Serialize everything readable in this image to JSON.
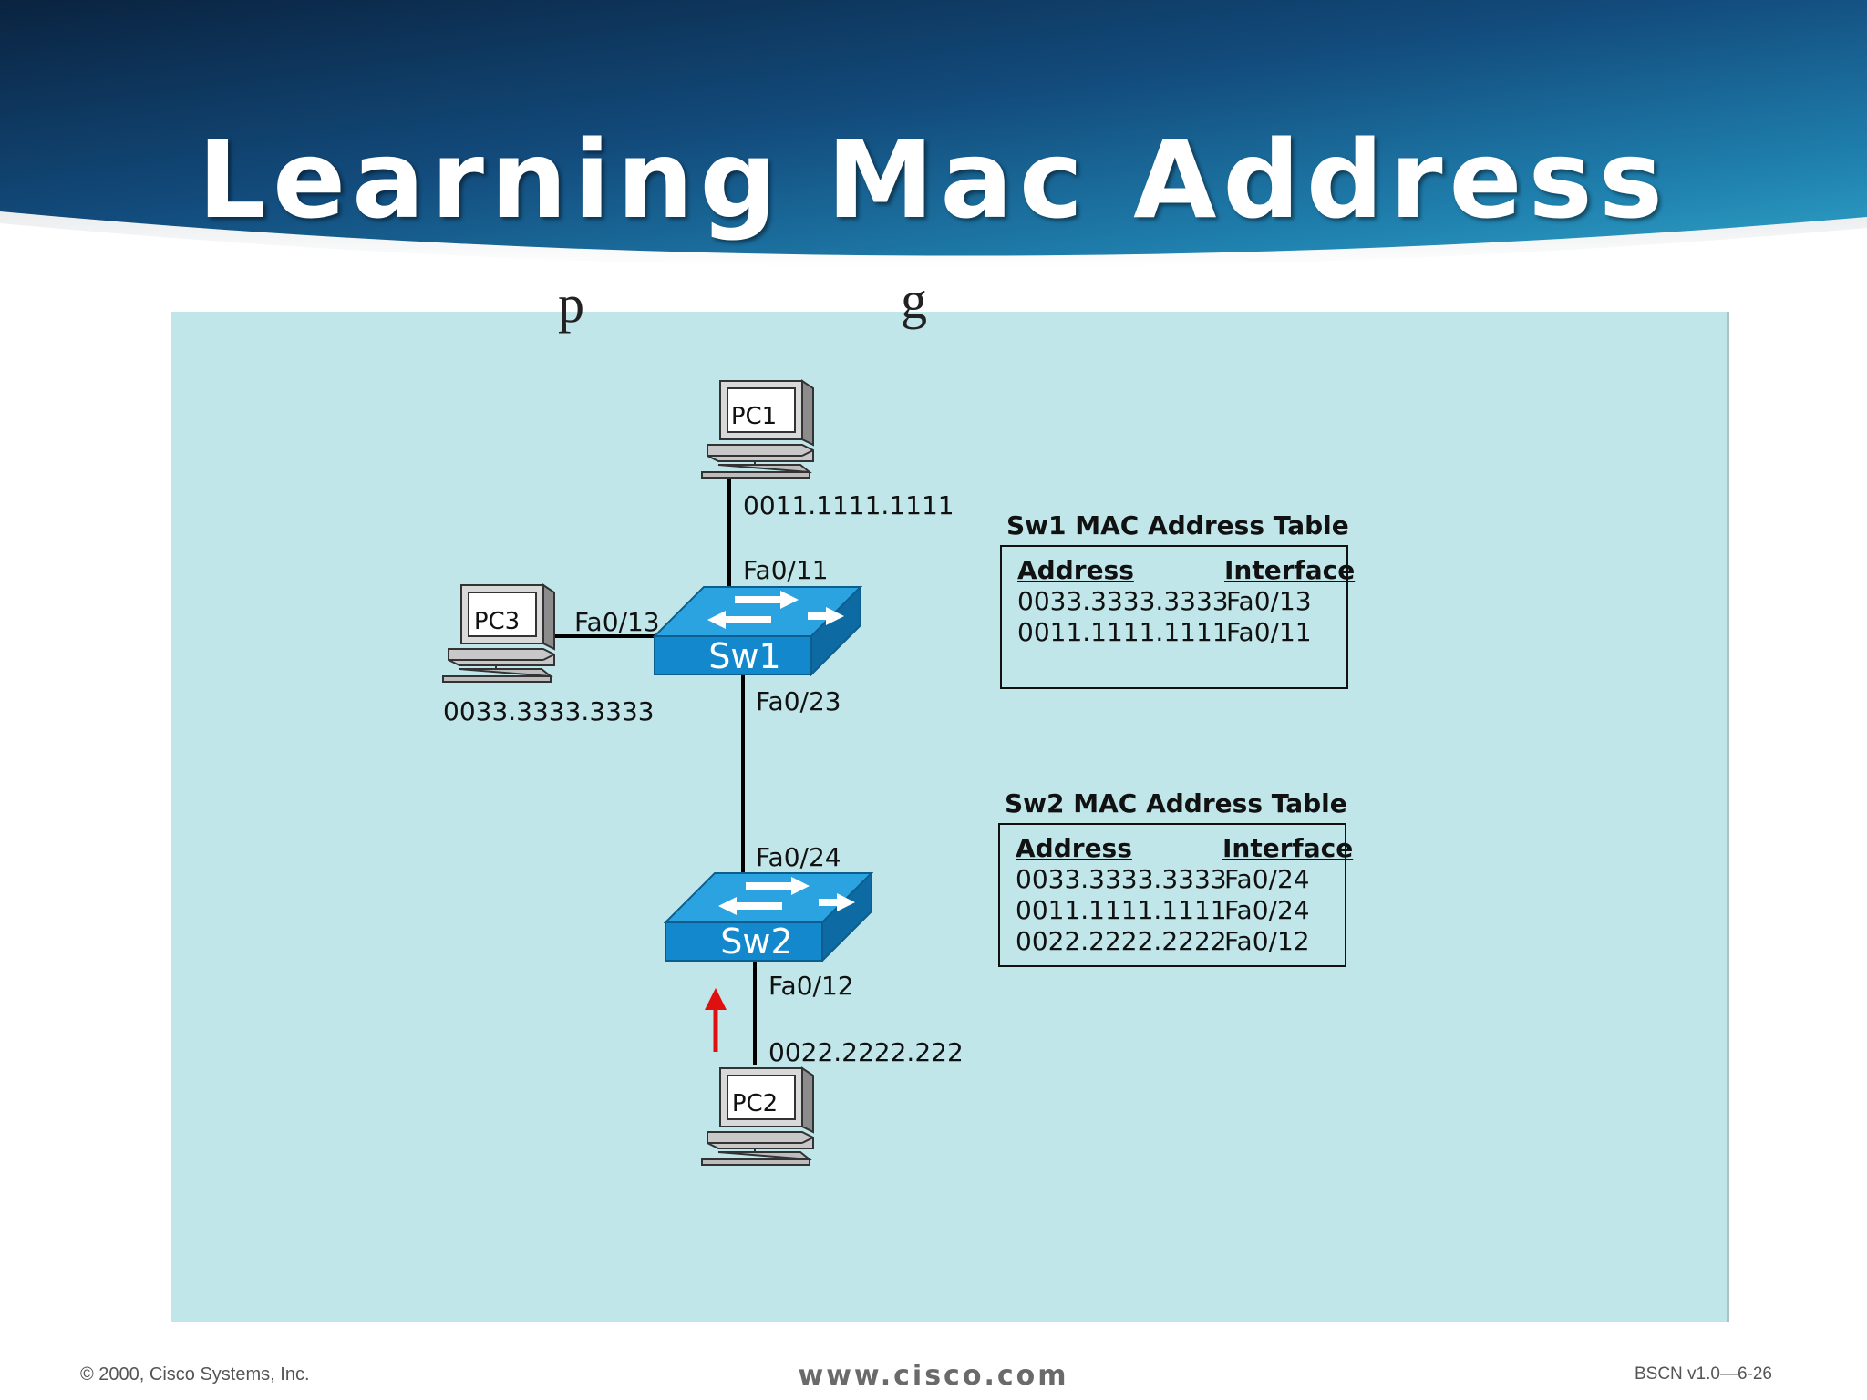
{
  "title": "Learning Mac Address",
  "devices": {
    "pc1": "PC1",
    "pc2": "PC2",
    "pc3": "PC3",
    "sw1": "Sw1",
    "sw2": "Sw2"
  },
  "labels": {
    "pc1_mac": "0011.1111.1111",
    "pc3_mac": "0033.3333.3333",
    "pc2_mac": "0022.2222.222",
    "sw1_fa011": "Fa0/11",
    "sw1_fa013": "Fa0/13",
    "sw1_fa023": "Fa0/23",
    "sw2_fa024": "Fa0/24",
    "sw2_fa012": "Fa0/12"
  },
  "sw1_table": {
    "title": "Sw1 MAC Address Table",
    "col_address": "Address",
    "col_interface": "Interface",
    "rows": [
      {
        "address": "0033.3333.3333",
        "interface": "Fa0/13"
      },
      {
        "address": "0011.1111.1111",
        "interface": "Fa0/11"
      }
    ]
  },
  "sw2_table": {
    "title": "Sw2 MAC Address Table",
    "col_address": "Address",
    "col_interface": "Interface",
    "rows": [
      {
        "address": "0033.3333.3333",
        "interface": "Fa0/24"
      },
      {
        "address": "0011.1111.1111",
        "interface": "Fa0/24"
      },
      {
        "address": "0022.2222.2222",
        "interface": "Fa0/12"
      }
    ]
  },
  "footer": {
    "copyright": "© 2000, Cisco Systems, Inc.",
    "website": "www.cisco.com",
    "course": "BSCN v1.0—6-26"
  },
  "colors": {
    "banner_dark": "#0b2a4e",
    "banner_light": "#2a93b8",
    "panel": "#c0e6e9",
    "switch": "#1a8fd0",
    "arrow": "#e01010"
  }
}
